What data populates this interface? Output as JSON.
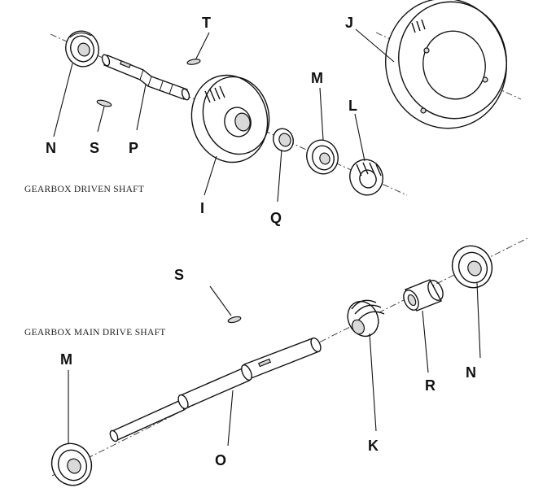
{
  "captions": {
    "driven_shaft": "GEARBOX DRIVEN SHAFT",
    "main_drive_shaft": "GEARBOX MAIN DRIVE SHAFT"
  },
  "labels": {
    "T": "T",
    "J": "J",
    "M_top": "M",
    "L": "L",
    "N_top": "N",
    "S_top": "S",
    "P": "P",
    "I": "I",
    "Q": "Q",
    "S_bottom": "S",
    "M_bottom": "M",
    "N_bottom": "N",
    "R": "R",
    "K": "K",
    "O": "O"
  }
}
